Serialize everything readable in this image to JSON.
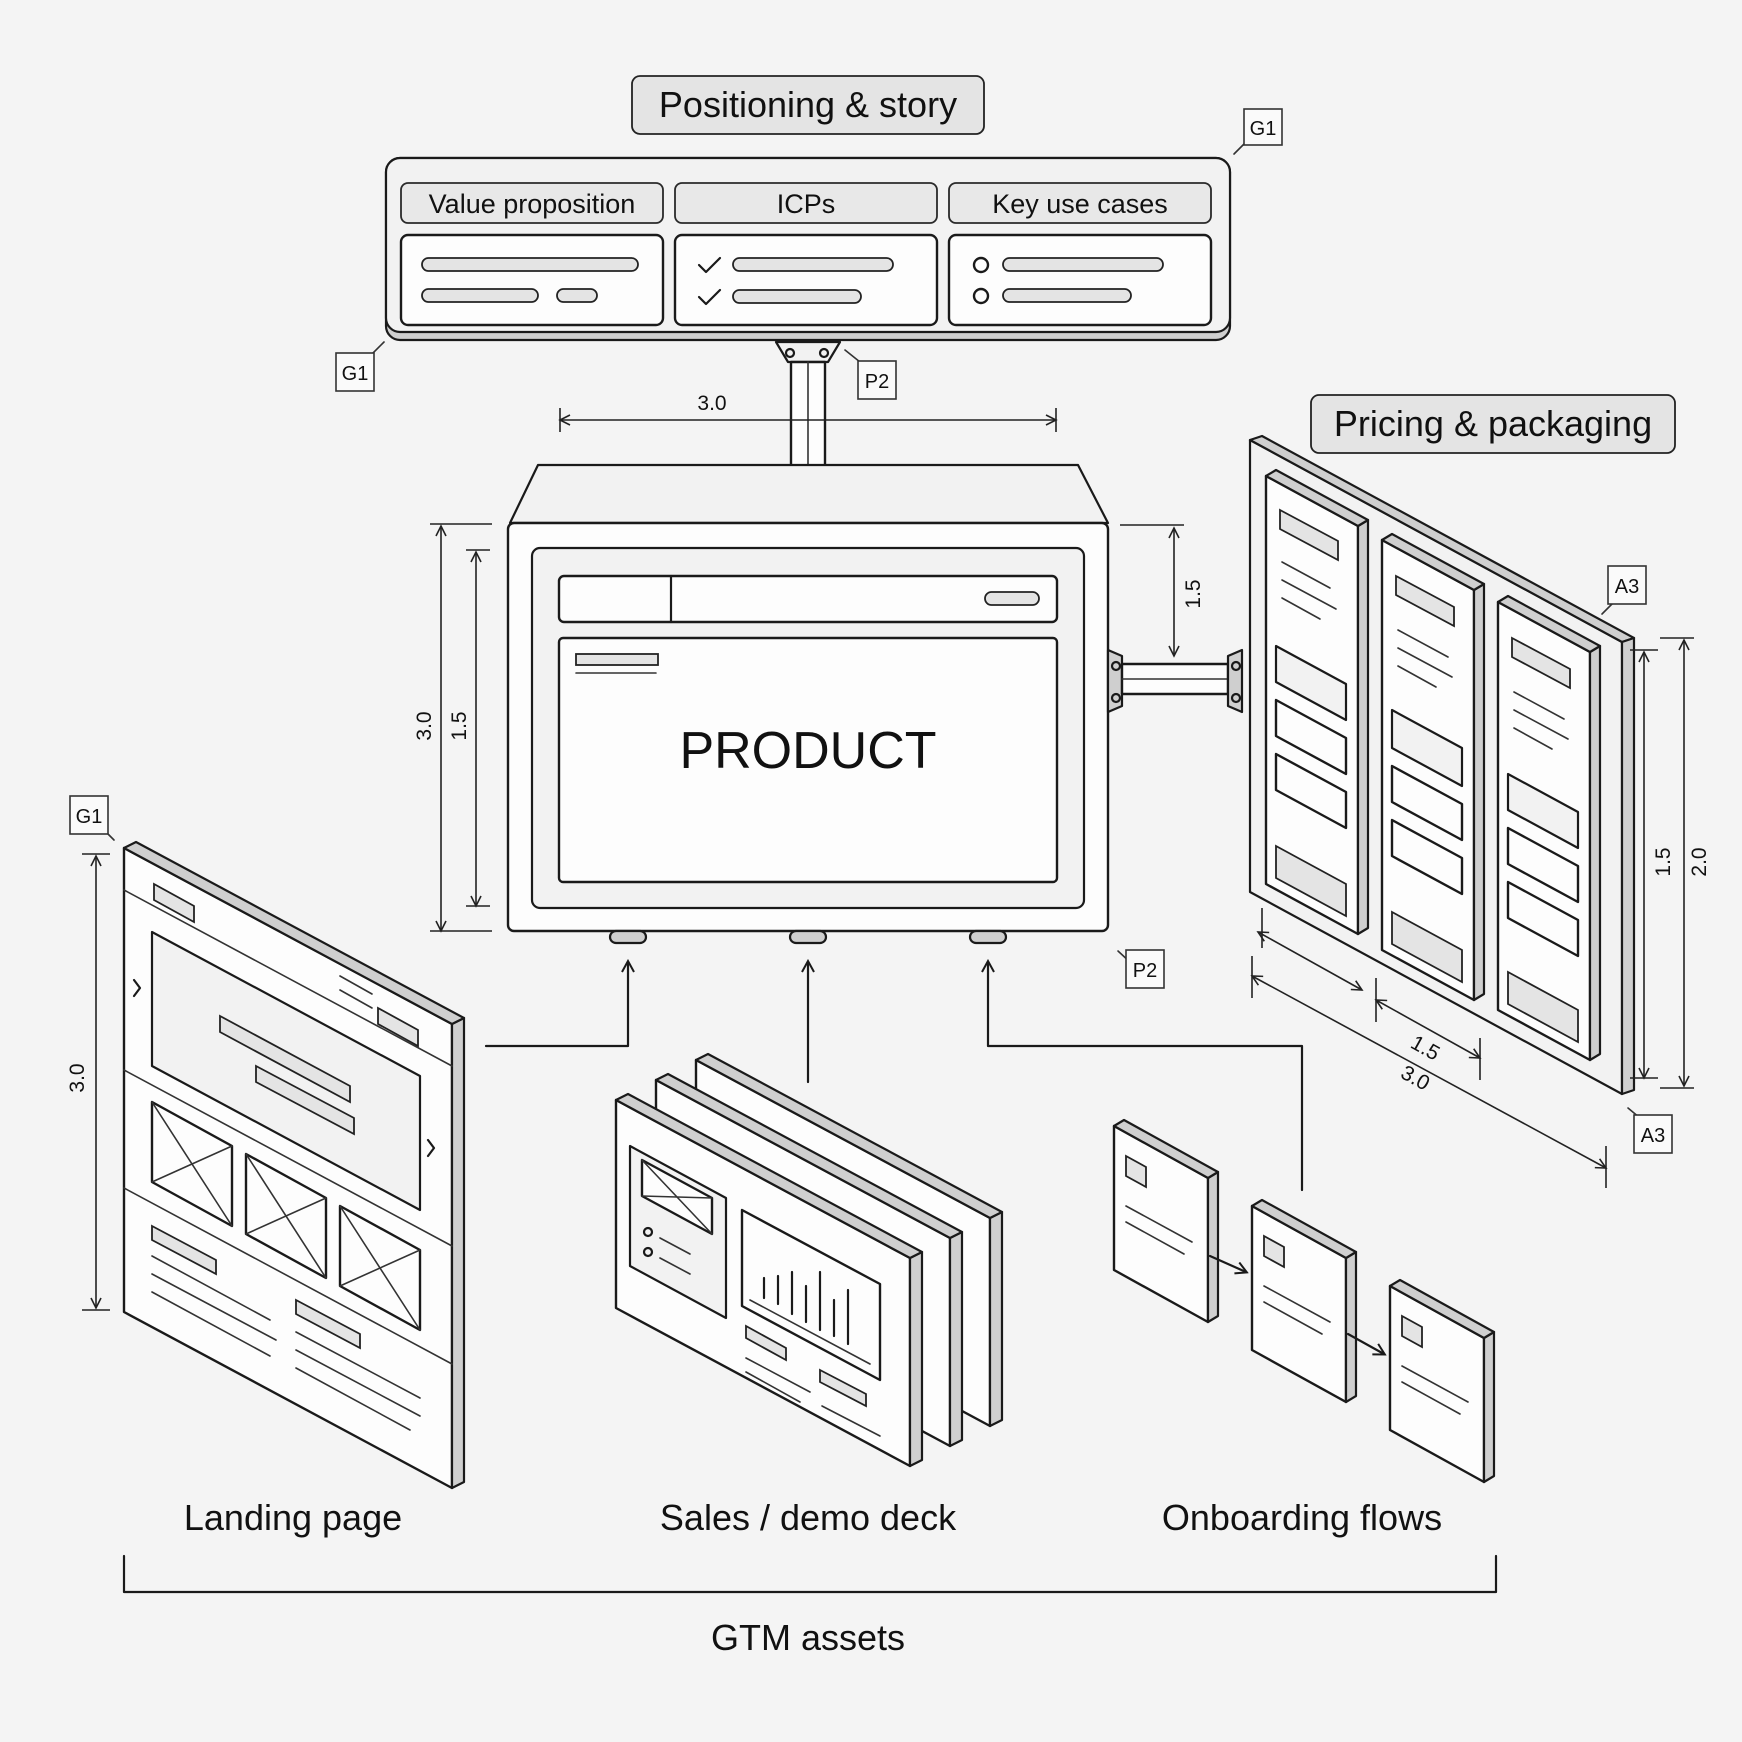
{
  "positioning": {
    "title": "Positioning & story",
    "columns": [
      {
        "header": "Value proposition"
      },
      {
        "header": "ICPs"
      },
      {
        "header": "Key use cases"
      }
    ]
  },
  "product": {
    "label": "PRODUCT"
  },
  "pricing": {
    "title": "Pricing & packaging"
  },
  "assets": {
    "items": [
      {
        "label": "Landing page"
      },
      {
        "label": "Sales / demo deck"
      },
      {
        "label": "Onboarding flows"
      }
    ],
    "group_label": "GTM assets"
  },
  "tags": {
    "g1_top": "G1",
    "g1_left": "G1",
    "g1_landing": "G1",
    "p2_top": "P2",
    "p2_bottom": "P2",
    "a3_top": "A3",
    "a3_bottom": "A3"
  },
  "dimensions": {
    "product_width": "3.0",
    "product_height_outer": "3.0",
    "product_height_inner": "1.5",
    "connector_gap": "1.5",
    "pricing_height_inner": "1.5",
    "pricing_height_outer": "2.0",
    "pricing_width_inner": "1.5",
    "pricing_width_outer": "3.0",
    "landing_height": "3.0"
  },
  "colors": {
    "ink": "#1a1a1a",
    "background": "#f4f4f4",
    "panel": "#e6e6e6"
  }
}
